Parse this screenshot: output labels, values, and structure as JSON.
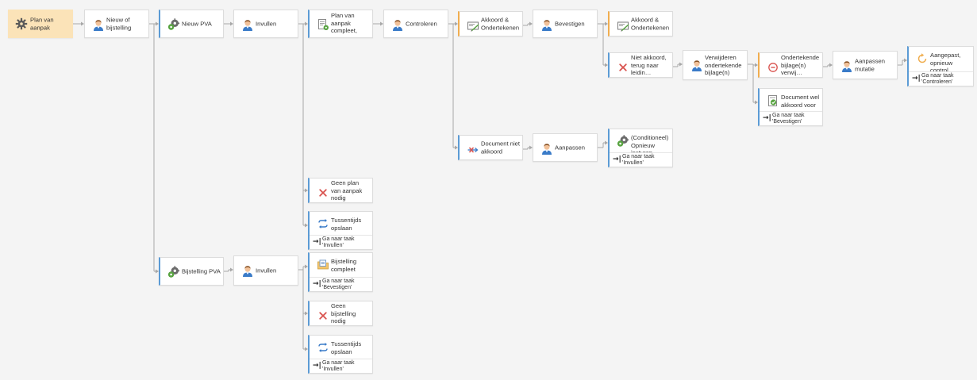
{
  "colors": {
    "connector": "#a8a8a8",
    "accent_blue": "#5b9bd5",
    "accent_orange": "#f0ad4e",
    "start_fill": "#fbe3b8",
    "reject_red": "#d9534f"
  },
  "nodes": [
    {
      "id": "start",
      "label": "Plan van aanpak",
      "icon": "gear-icon",
      "style": "start"
    },
    {
      "id": "n1",
      "label": "Nieuw of bijstelling",
      "icon": "person-icon",
      "style": "plain"
    },
    {
      "id": "n2",
      "label": "Nieuw PVA",
      "icon": "gears-icon",
      "style": "blue"
    },
    {
      "id": "n3",
      "label": "Invullen",
      "icon": "person-icon",
      "style": "plain"
    },
    {
      "id": "n4",
      "label": "Plan van aanpak compleet, gener…",
      "icon": "document-gear-icon",
      "style": "blue"
    },
    {
      "id": "n5",
      "label": "Controleren",
      "icon": "person-icon",
      "style": "plain"
    },
    {
      "id": "n6",
      "label": "Akkoord & Ondertekenen",
      "icon": "sign-icon",
      "style": "orange"
    },
    {
      "id": "n7",
      "label": "Bevestigen",
      "icon": "person-icon",
      "style": "plain"
    },
    {
      "id": "n8",
      "label": "Akkoord & Ondertekenen",
      "icon": "sign-icon",
      "style": "orange"
    },
    {
      "id": "n9",
      "label": "Niet akkoord, terug naar leidin…",
      "icon": "reject-icon",
      "style": "blue"
    },
    {
      "id": "n10",
      "label": "Verwijderen ondertekende bijlage(n)",
      "icon": "person-icon",
      "style": "plain"
    },
    {
      "id": "n11",
      "label": "Ondertekende bijlage(n) verwij…",
      "icon": "minus-circle-icon",
      "style": "orange"
    },
    {
      "id": "n12",
      "label": "Aanpassen mutatie",
      "icon": "person-icon",
      "style": "plain"
    },
    {
      "id": "n13",
      "label": "Aangepast, opnieuw control…",
      "icon": "refresh-icon",
      "style": "blue",
      "goto": "Ga naar taak 'Controleren'"
    },
    {
      "id": "n14",
      "label": "Document wel akkoord voor o…",
      "icon": "check-document-icon",
      "style": "blue",
      "goto": "Ga naar taak 'Bevestigen'"
    },
    {
      "id": "n15",
      "label": "Document niet akkoord",
      "icon": "cross-arrow-icon",
      "style": "blue"
    },
    {
      "id": "n16",
      "label": "Aanpassen",
      "icon": "person-icon",
      "style": "plain"
    },
    {
      "id": "n17",
      "label": "(Conditioneel) Opnieuw insturen",
      "icon": "gears-icon",
      "style": "blue",
      "goto": "Ga naar taak 'Invullen'"
    },
    {
      "id": "n18",
      "label": "Geen plan van aanpak nodig",
      "icon": "reject-icon",
      "style": "blue"
    },
    {
      "id": "n19",
      "label": "Tussentijds opslaan",
      "icon": "loop-icon",
      "style": "blue",
      "goto": "Ga naar taak 'Invullen'"
    },
    {
      "id": "n20",
      "label": "Bijstelling PVA",
      "icon": "gears-icon",
      "style": "blue"
    },
    {
      "id": "n21",
      "label": "Invullen",
      "icon": "person-icon",
      "style": "plain"
    },
    {
      "id": "n22",
      "label": "Bijstelling compleet",
      "icon": "folder-icon",
      "style": "blue",
      "goto": "Ga naar taak 'Bevestigen'"
    },
    {
      "id": "n23",
      "label": "Geen bijstelling nodig",
      "icon": "reject-icon",
      "style": "blue"
    },
    {
      "id": "n24",
      "label": "Tussentijds opslaan",
      "icon": "loop-icon",
      "style": "blue",
      "goto": "Ga naar taak 'Invullen'"
    }
  ],
  "edges": [
    [
      "start",
      "n1"
    ],
    [
      "n1",
      "n2"
    ],
    [
      "n1",
      "n20"
    ],
    [
      "n2",
      "n3"
    ],
    [
      "n3",
      "n4"
    ],
    [
      "n3",
      "n18"
    ],
    [
      "n3",
      "n19"
    ],
    [
      "n4",
      "n5"
    ],
    [
      "n5",
      "n6"
    ],
    [
      "n5",
      "n15"
    ],
    [
      "n6",
      "n7"
    ],
    [
      "n7",
      "n8"
    ],
    [
      "n7",
      "n9"
    ],
    [
      "n9",
      "n10"
    ],
    [
      "n10",
      "n11"
    ],
    [
      "n10",
      "n14"
    ],
    [
      "n11",
      "n12"
    ],
    [
      "n12",
      "n13"
    ],
    [
      "n15",
      "n16"
    ],
    [
      "n16",
      "n17"
    ],
    [
      "n20",
      "n21"
    ],
    [
      "n21",
      "n22"
    ],
    [
      "n21",
      "n23"
    ],
    [
      "n21",
      "n24"
    ]
  ]
}
